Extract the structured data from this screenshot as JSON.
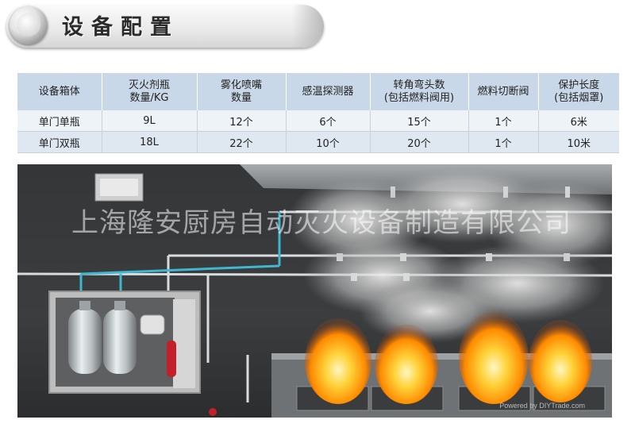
{
  "header": {
    "title": "设备配置"
  },
  "table": {
    "headers": [
      [
        "设备箱体"
      ],
      [
        "灭火剂瓶",
        "数量/KG"
      ],
      [
        "雾化喷嘴",
        "数量"
      ],
      [
        "感温探测器"
      ],
      [
        "转角弯头数",
        "(包括燃料阀用)"
      ],
      [
        "燃料切断阀"
      ],
      [
        "保护长度",
        "(包括烟罩)"
      ]
    ],
    "rows": [
      [
        "单门单瓶",
        "9L",
        "12个",
        "6个",
        "15个",
        "1个",
        "6米"
      ],
      [
        "单门双瓶",
        "18L",
        "22个",
        "10个",
        "20个",
        "1个",
        "10米"
      ]
    ]
  },
  "scene": {
    "watermark": "上海隆安厨房自动灭火设备制造有限公司",
    "credit": "Powered by DIYTrade.com"
  },
  "colors": {
    "header_bg": "#c9d8e8",
    "row_bg": "#dfe8f1",
    "pipe": "#3fb7d0",
    "scene_bg": "#353739"
  }
}
